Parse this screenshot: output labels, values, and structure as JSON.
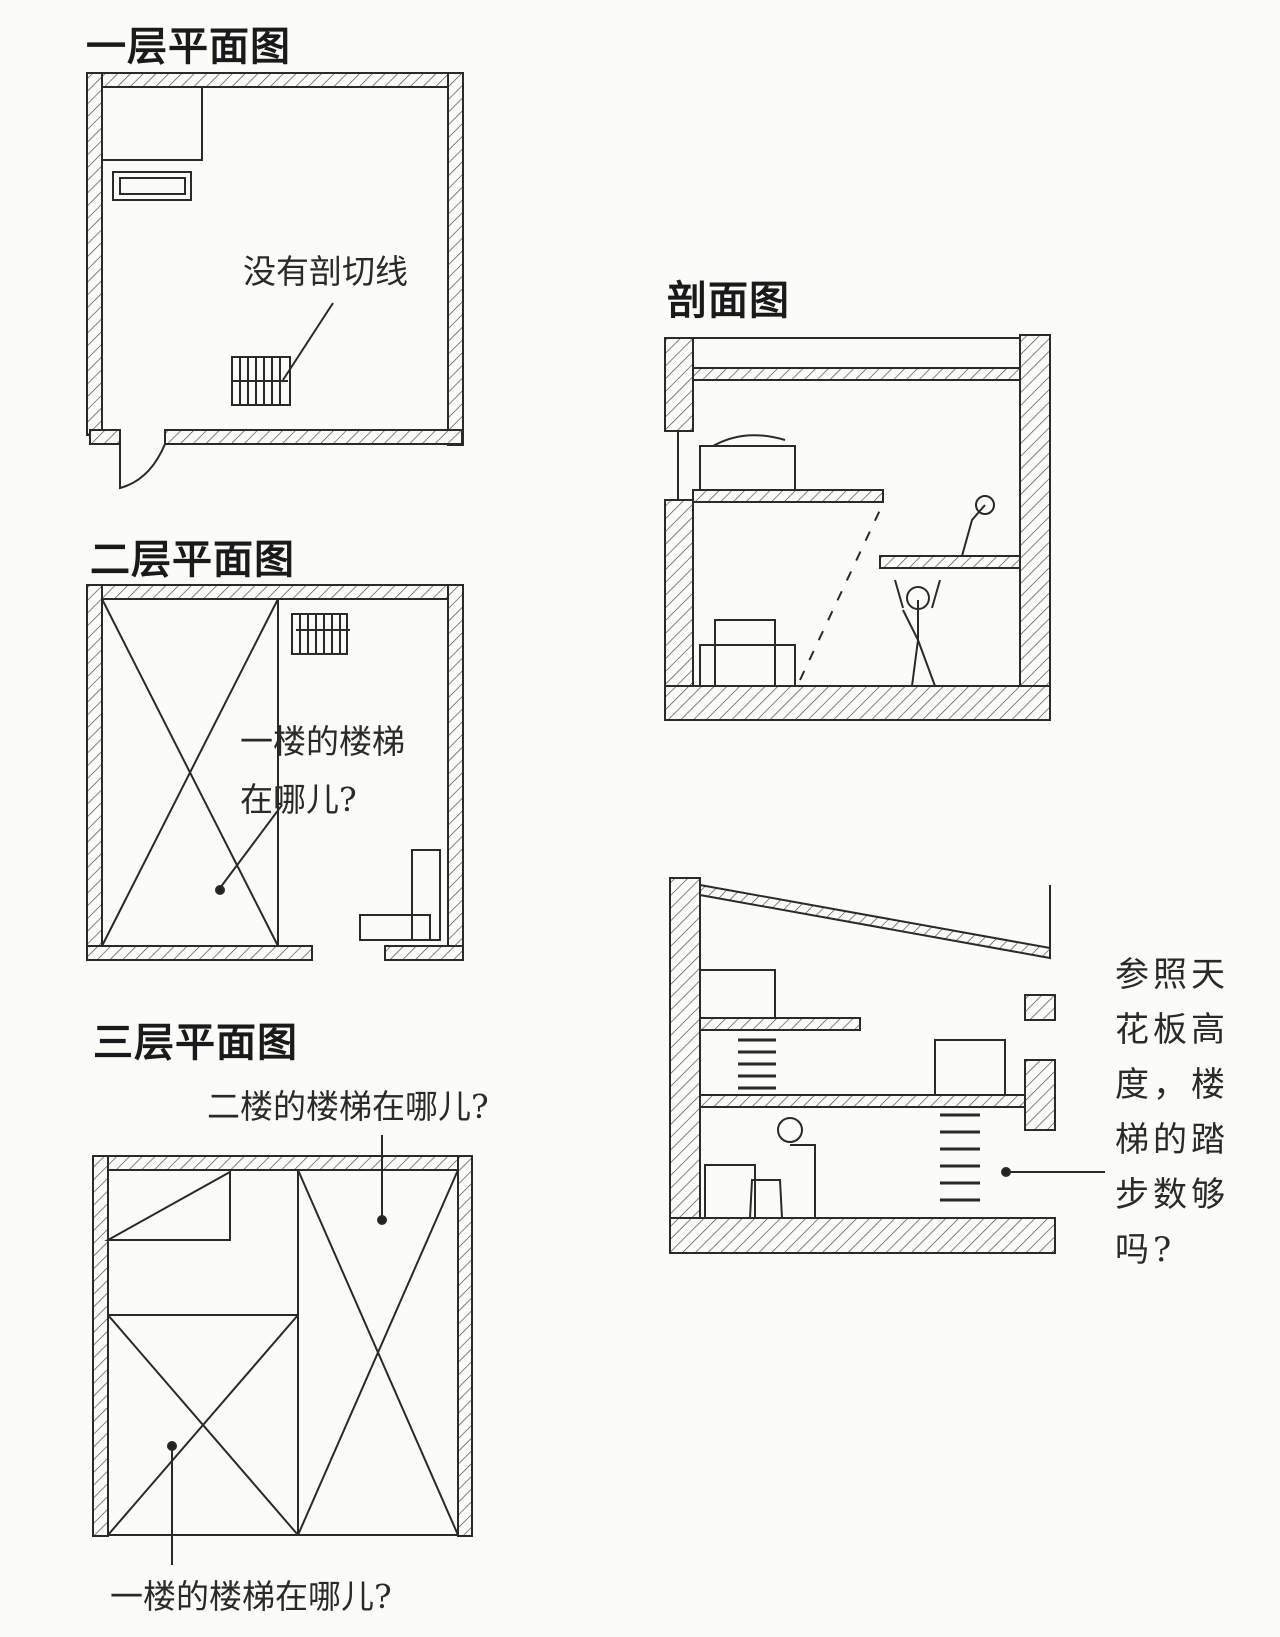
{
  "headings": {
    "floor1": "一层平面图",
    "floor2": "二层平面图",
    "floor3": "三层平面图",
    "section": "剖面图"
  },
  "notes": {
    "floor1_no_cut_line": "没有剖切线",
    "floor2_line1": "一楼的楼梯",
    "floor2_line2": "在哪儿?",
    "floor3_top": "二楼的楼梯在哪儿?",
    "floor3_bottom": "一楼的楼梯在哪儿?",
    "section2_lines": [
      "参照天",
      "花板高",
      "度，楼",
      "梯的踏",
      "步数够",
      "吗?"
    ]
  },
  "colors": {
    "ink": "#2a2a2a",
    "paper": "#fbfbf8"
  }
}
